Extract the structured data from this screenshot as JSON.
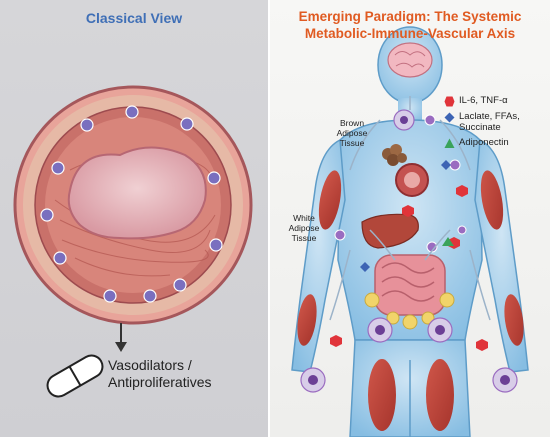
{
  "left_panel": {
    "title": "Classical View",
    "drug_label_lines": [
      "Vasodilators /",
      "Antiproliferatives"
    ]
  },
  "right_panel": {
    "title_lines": [
      "Emerging Paradigm: The Systemic",
      "Metabolic-Immune-Vascular Axis"
    ],
    "brown_adipose_label": [
      "Brown",
      "Adipose",
      "Tissue"
    ],
    "white_adipose_label": [
      "White",
      "Adipose",
      "Tissue"
    ],
    "legend": [
      {
        "shape": "hexagon",
        "color": "#e0343a",
        "lines": [
          "IL-6, TNF-α"
        ]
      },
      {
        "shape": "diamond",
        "color": "#3d64b4",
        "lines": [
          "Laclate, FFAs,",
          "Succinate"
        ]
      },
      {
        "shape": "triangle",
        "color": "#3aa35a",
        "lines": [
          "Adiponectin"
        ]
      }
    ]
  },
  "colors": {
    "left_title": "#3f6fb6",
    "right_title": "#e05b22",
    "vessel_wall": "#d98b7d",
    "body_blue": "#8fc1e3",
    "muscle_red": "#c2443a",
    "immune_cell": "#7a4fa0"
  }
}
